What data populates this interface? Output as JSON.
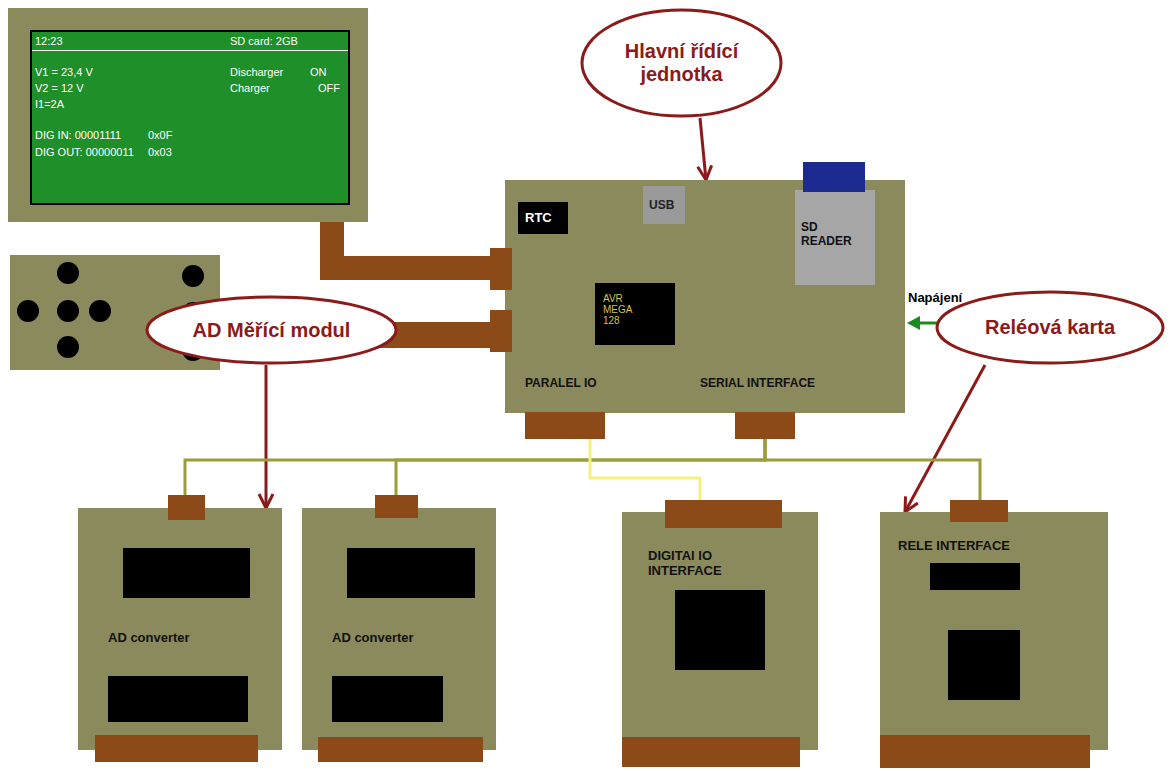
{
  "diagram": {
    "nodes": [
      {
        "text": [
          "12:23",
          "SD card: 2GB",
          "V1 = 23,4 V",
          "V2 = 12 V",
          "I1=2A",
          "Discharger",
          "ON",
          "Charger",
          "OFF",
          "DIG IN: 00001111",
          "0x0F",
          "DIG OUT: 00000011",
          "0x03"
        ]
      },
      {
        "text": [
          "Hlavní řídící jednotka"
        ]
      },
      {
        "text": [
          "PARALEL IO",
          "SERIAL INTERFACE"
        ]
      },
      {
        "text": [
          "RTC"
        ],
        "in": 2
      },
      {
        "text": [
          "USB"
        ],
        "in": 2
      },
      {
        "text": [
          "SD READER"
        ],
        "in": 2
      },
      {
        "text": [
          "AVR MEGA 128"
        ],
        "in": 2
      },
      {
        "text": [
          "AD Měřící modul"
        ]
      },
      {
        "text": [
          "Reléová karta"
        ]
      },
      {
        "text": [
          "AD converter"
        ]
      },
      {
        "text": [
          "AD converter"
        ]
      },
      {
        "text": [
          "DIGITAl IO INTERFACE"
        ]
      },
      {
        "text": [
          "RELE INTERFACE"
        ]
      }
    ],
    "edges": [
      {
        "from": 0,
        "to": 2,
        "arrow": "none"
      },
      {
        "from": 1,
        "to": 2,
        "arrow": "to"
      },
      {
        "from": 7,
        "to": 9,
        "arrow": "to"
      },
      {
        "from": 8,
        "to": 12,
        "arrow": "to"
      },
      {
        "from": 2,
        "to": 9,
        "arrow": "none"
      },
      {
        "from": 2,
        "to": 10,
        "arrow": "none"
      },
      {
        "from": 2,
        "to": 12,
        "arrow": "none"
      },
      {
        "from": 2,
        "to": 11,
        "arrow": "none"
      }
    ],
    "labels": [
      "Napájení"
    ]
  }
}
